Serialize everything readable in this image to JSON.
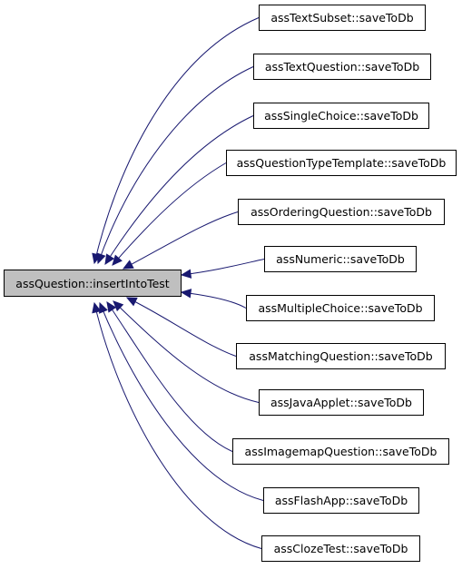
{
  "root": {
    "label": "assQuestion::insertIntoTest"
  },
  "callers": [
    {
      "label": "assTextSubset::saveToDb"
    },
    {
      "label": "assTextQuestion::saveToDb"
    },
    {
      "label": "assSingleChoice::saveToDb"
    },
    {
      "label": "assQuestionTypeTemplate::saveToDb"
    },
    {
      "label": "assOrderingQuestion::saveToDb"
    },
    {
      "label": "assNumeric::saveToDb"
    },
    {
      "label": "assMultipleChoice::saveToDb"
    },
    {
      "label": "assMatchingQuestion::saveToDb"
    },
    {
      "label": "assJavaApplet::saveToDb"
    },
    {
      "label": "assImagemapQuestion::saveToDb"
    },
    {
      "label": "assFlashApp::saveToDb"
    },
    {
      "label": "assClozeTest::saveToDb"
    }
  ],
  "colors": {
    "edge": "#191970",
    "root_fill": "#bfbfbf",
    "node_fill": "#ffffff",
    "border": "#000000"
  }
}
